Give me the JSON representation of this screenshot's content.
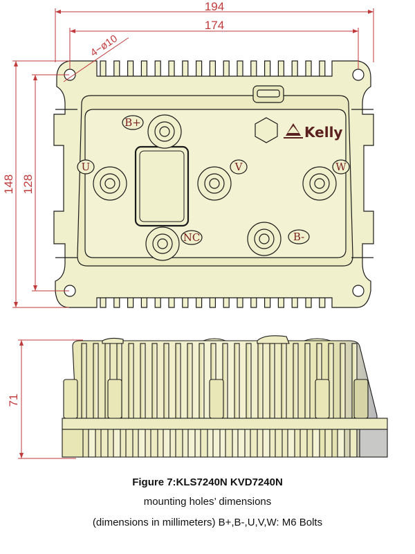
{
  "dimensions": {
    "width_outer": "194",
    "width_holes": "174",
    "hole_spec": "4−ø10",
    "height_outer": "148",
    "height_holes": "128",
    "side_height": "71"
  },
  "terminals": {
    "b_plus": "B+",
    "b_minus": "B-",
    "u": "U",
    "v": "V",
    "w": "W",
    "nc": "NC"
  },
  "logo_text": "Kelly",
  "caption": {
    "line1": "Figure 7:KLS7240N KVD7240N",
    "line2": "mounting holes’ dimensions",
    "line3": "(dimensions in millimeters) B+,B-,U,V,W: M6 Bolts"
  },
  "colors": {
    "housing": "#f1f0cc",
    "housing_shade": "#d9d7a3",
    "outline": "#1a1a1a",
    "dimension_lines": "#c0393b",
    "terminal_labels": "#7a2222"
  }
}
